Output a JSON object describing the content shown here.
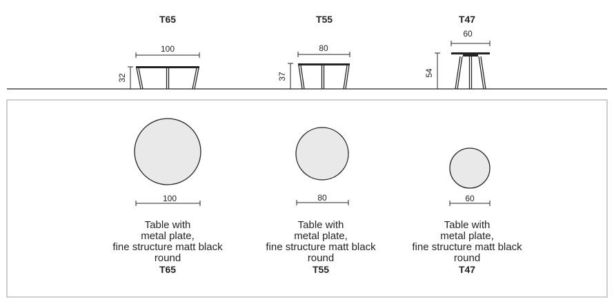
{
  "elevation": {
    "tables": [
      {
        "model": "T65",
        "width": "100",
        "height": "32"
      },
      {
        "model": "T55",
        "width": "80",
        "height": "37"
      },
      {
        "model": "T47",
        "width": "60",
        "height": "54"
      }
    ]
  },
  "plan": {
    "items": [
      {
        "diameter": "100",
        "line1": "Table with",
        "line2": "metal plate,",
        "line3": "fine structure matt black",
        "line4": "round",
        "model": "T65"
      },
      {
        "diameter": "80",
        "line1": "Table with",
        "line2": "metal plate,",
        "line3": "fine structure matt black",
        "line4": "round",
        "model": "T55"
      },
      {
        "diameter": "60",
        "line1": "Table with",
        "line2": "metal plate,",
        "line3": "fine structure matt black",
        "line4": "round",
        "model": "T47"
      }
    ]
  },
  "colors": {
    "line": "#222222",
    "top_fill": "#e9e9e9",
    "panel_border": "#bdbdbd"
  }
}
